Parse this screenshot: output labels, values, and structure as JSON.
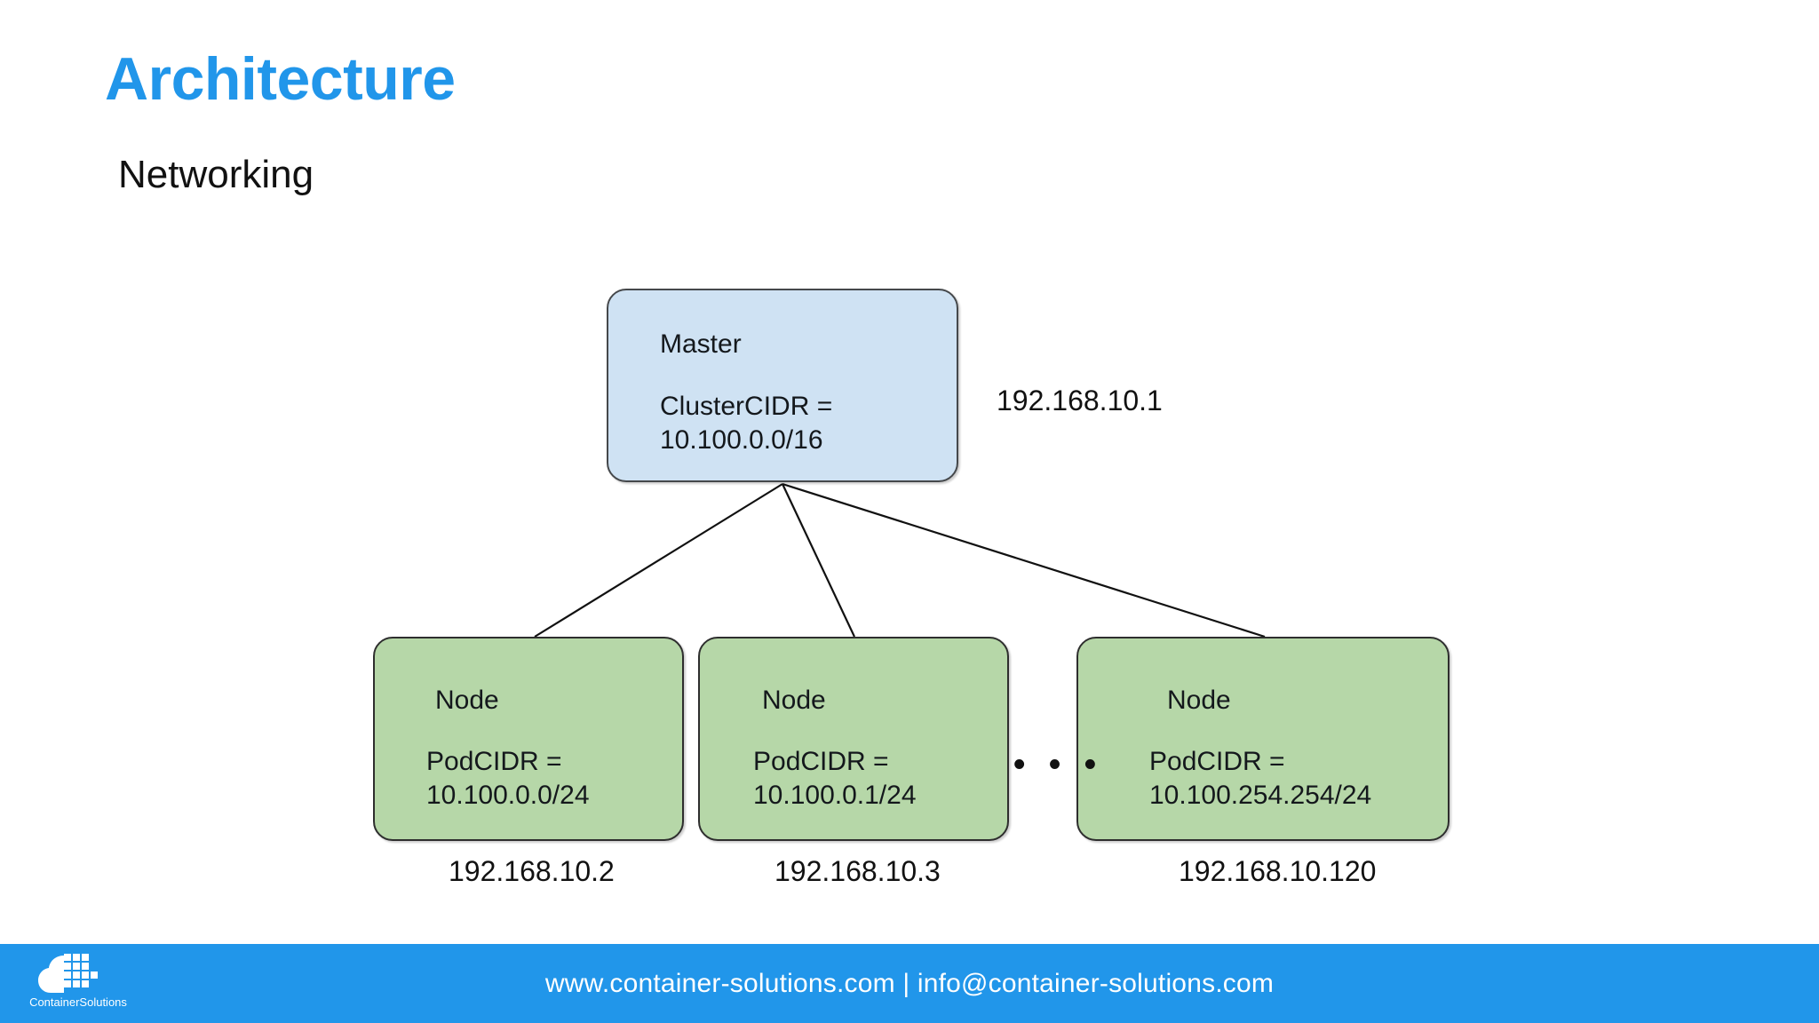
{
  "slide": {
    "title": "Architecture",
    "subtitle": "Networking",
    "title_color": "#2196ea",
    "background_color": "#ffffff"
  },
  "diagram": {
    "master": {
      "title": "Master",
      "body": "ClusterCIDR =\n10.100.0.0/16",
      "ip": "192.168.10.1",
      "fill_color": "#cfe2f3",
      "border_color": "#45484b"
    },
    "ellipsis": "• • •",
    "nodes": [
      {
        "title": "Node",
        "body": "PodCIDR =\n10.100.0.0/24",
        "ip": "192.168.10.2",
        "fill_color": "#b6d7a8",
        "border_color": "#2e2e2e"
      },
      {
        "title": "Node",
        "body": "PodCIDR =\n10.100.0.1/24",
        "ip": "192.168.10.3",
        "fill_color": "#b6d7a8",
        "border_color": "#2e2e2e"
      },
      {
        "title": "Node",
        "body": "PodCIDR =\n10.100.254.254/24",
        "ip": "192.168.10.120",
        "fill_color": "#b6d7a8",
        "border_color": "#2e2e2e"
      }
    ]
  },
  "footer": {
    "text": "www.container-solutions.com | info@container-solutions.com",
    "logo_text": "ContainerSolutions",
    "logo_icon": "cloud-containers-icon",
    "bar_color": "#2196ea",
    "text_color": "#ffffff"
  }
}
